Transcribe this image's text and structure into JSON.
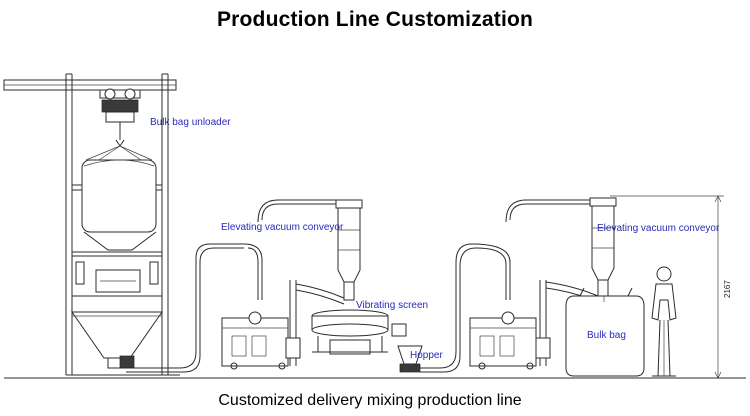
{
  "title": "Production Line Customization",
  "caption": "Customized delivery mixing production line",
  "labels": {
    "bulk_bag_unloader": "Bulk bag unloader",
    "elevating_vacuum_conveyor_1": "Elevating vacuum conveyor",
    "vibrating_screen": "Vibrating screen",
    "hopper": "Hopper",
    "elevating_vacuum_conveyor_2": "Elevating vacuum conveyor",
    "bulk_bag": "Bulk bag",
    "dimension": "2167"
  },
  "colors": {
    "label_text": "#2a2ab8",
    "line": "#2b2b2b"
  }
}
